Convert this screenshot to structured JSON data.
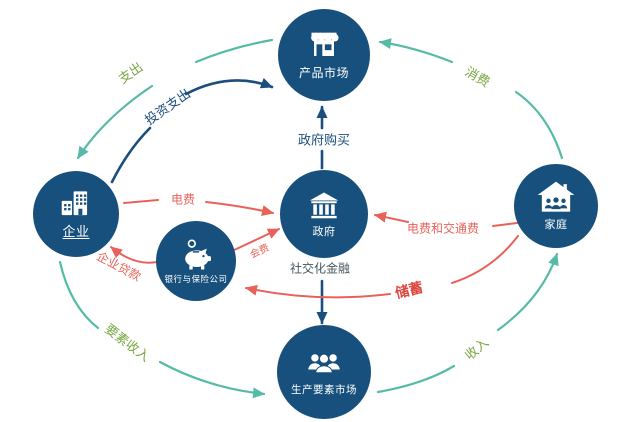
{
  "diagram_type": "circular-flow-economic-diagram",
  "nodes": {
    "product_market": {
      "label": "产品市场",
      "icon": "storefront-icon"
    },
    "enterprise": {
      "label": "企业",
      "icon": "buildings-icon"
    },
    "government": {
      "label": "政府",
      "icon": "bank-building-icon"
    },
    "household": {
      "label": "家庭",
      "icon": "house-family-icon"
    },
    "bank_insurance": {
      "label": "银行与保险公司",
      "icon": "piggy-bank-icon"
    },
    "factor_market": {
      "label": "生产要素市场",
      "icon": "people-group-icon"
    }
  },
  "edges": [
    {
      "from": "product_market",
      "to": "enterprise",
      "label": "支出",
      "arrow_color": "#56bba6",
      "label_color": "#7aa843"
    },
    {
      "from": "enterprise",
      "to": "product_market",
      "label": "投资支出",
      "arrow_color": "#1c4e7d",
      "label_color": "#1c4e7d"
    },
    {
      "from": "household",
      "to": "product_market",
      "label": "消费",
      "arrow_color": "#56bba6",
      "label_color": "#7aa843"
    },
    {
      "from": "government",
      "to": "product_market",
      "label": "政府购买",
      "arrow_color": "#1c4e7d",
      "label_color": "#1c4e7d"
    },
    {
      "from": "enterprise",
      "to": "government",
      "label": "电费",
      "arrow_color": "#e8625a",
      "label_color": "#e8625a"
    },
    {
      "from": "household",
      "to": "government",
      "label": "电费和交通费",
      "arrow_color": "#e8625a",
      "label_color": "#e8625a"
    },
    {
      "from": "bank_insurance",
      "to": "government",
      "label": "会费",
      "arrow_color": "#e8625a",
      "label_color": "#e8625a"
    },
    {
      "from": "bank_insurance",
      "to": "enterprise",
      "label": "企业贷款",
      "arrow_color": "#e8625a",
      "label_color": "#e8625a"
    },
    {
      "from": "household",
      "to": "bank_insurance",
      "label": "储蓄",
      "arrow_color": "#e8625a",
      "label_color": "#dd4840"
    },
    {
      "from": "enterprise",
      "to": "factor_market",
      "label": "要素收入",
      "arrow_color": "#56bba6",
      "label_color": "#7aa843"
    },
    {
      "from": "factor_market",
      "to": "household",
      "label": "收入",
      "arrow_color": "#56bba6",
      "label_color": "#7aa843"
    },
    {
      "from": "government",
      "to": "factor_market",
      "label": "社交化金融",
      "arrow_color": "#1c4e7d",
      "label_color": "#45565f"
    }
  ],
  "colors": {
    "background": "#ffffff",
    "node_fill": "#17507c",
    "node_text": "#ffffff",
    "teal_arrow": "#56bba6",
    "navy_arrow": "#1c4e7d",
    "red_arrow": "#e8625a",
    "green_label": "#7aa843",
    "bold_red_label": "#dd4840"
  }
}
